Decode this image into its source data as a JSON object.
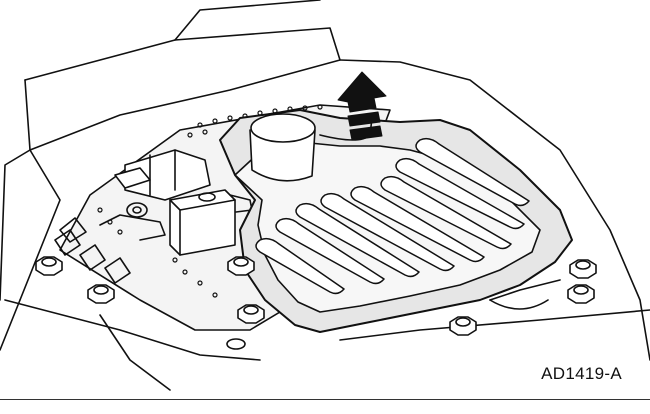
{
  "figure": {
    "callout": "AD1419-A",
    "line_color": "#111111",
    "shade_color": "#d8d8d8",
    "background": "#ffffff",
    "arrow": "removal-direction-up",
    "bolt_count": 7
  }
}
